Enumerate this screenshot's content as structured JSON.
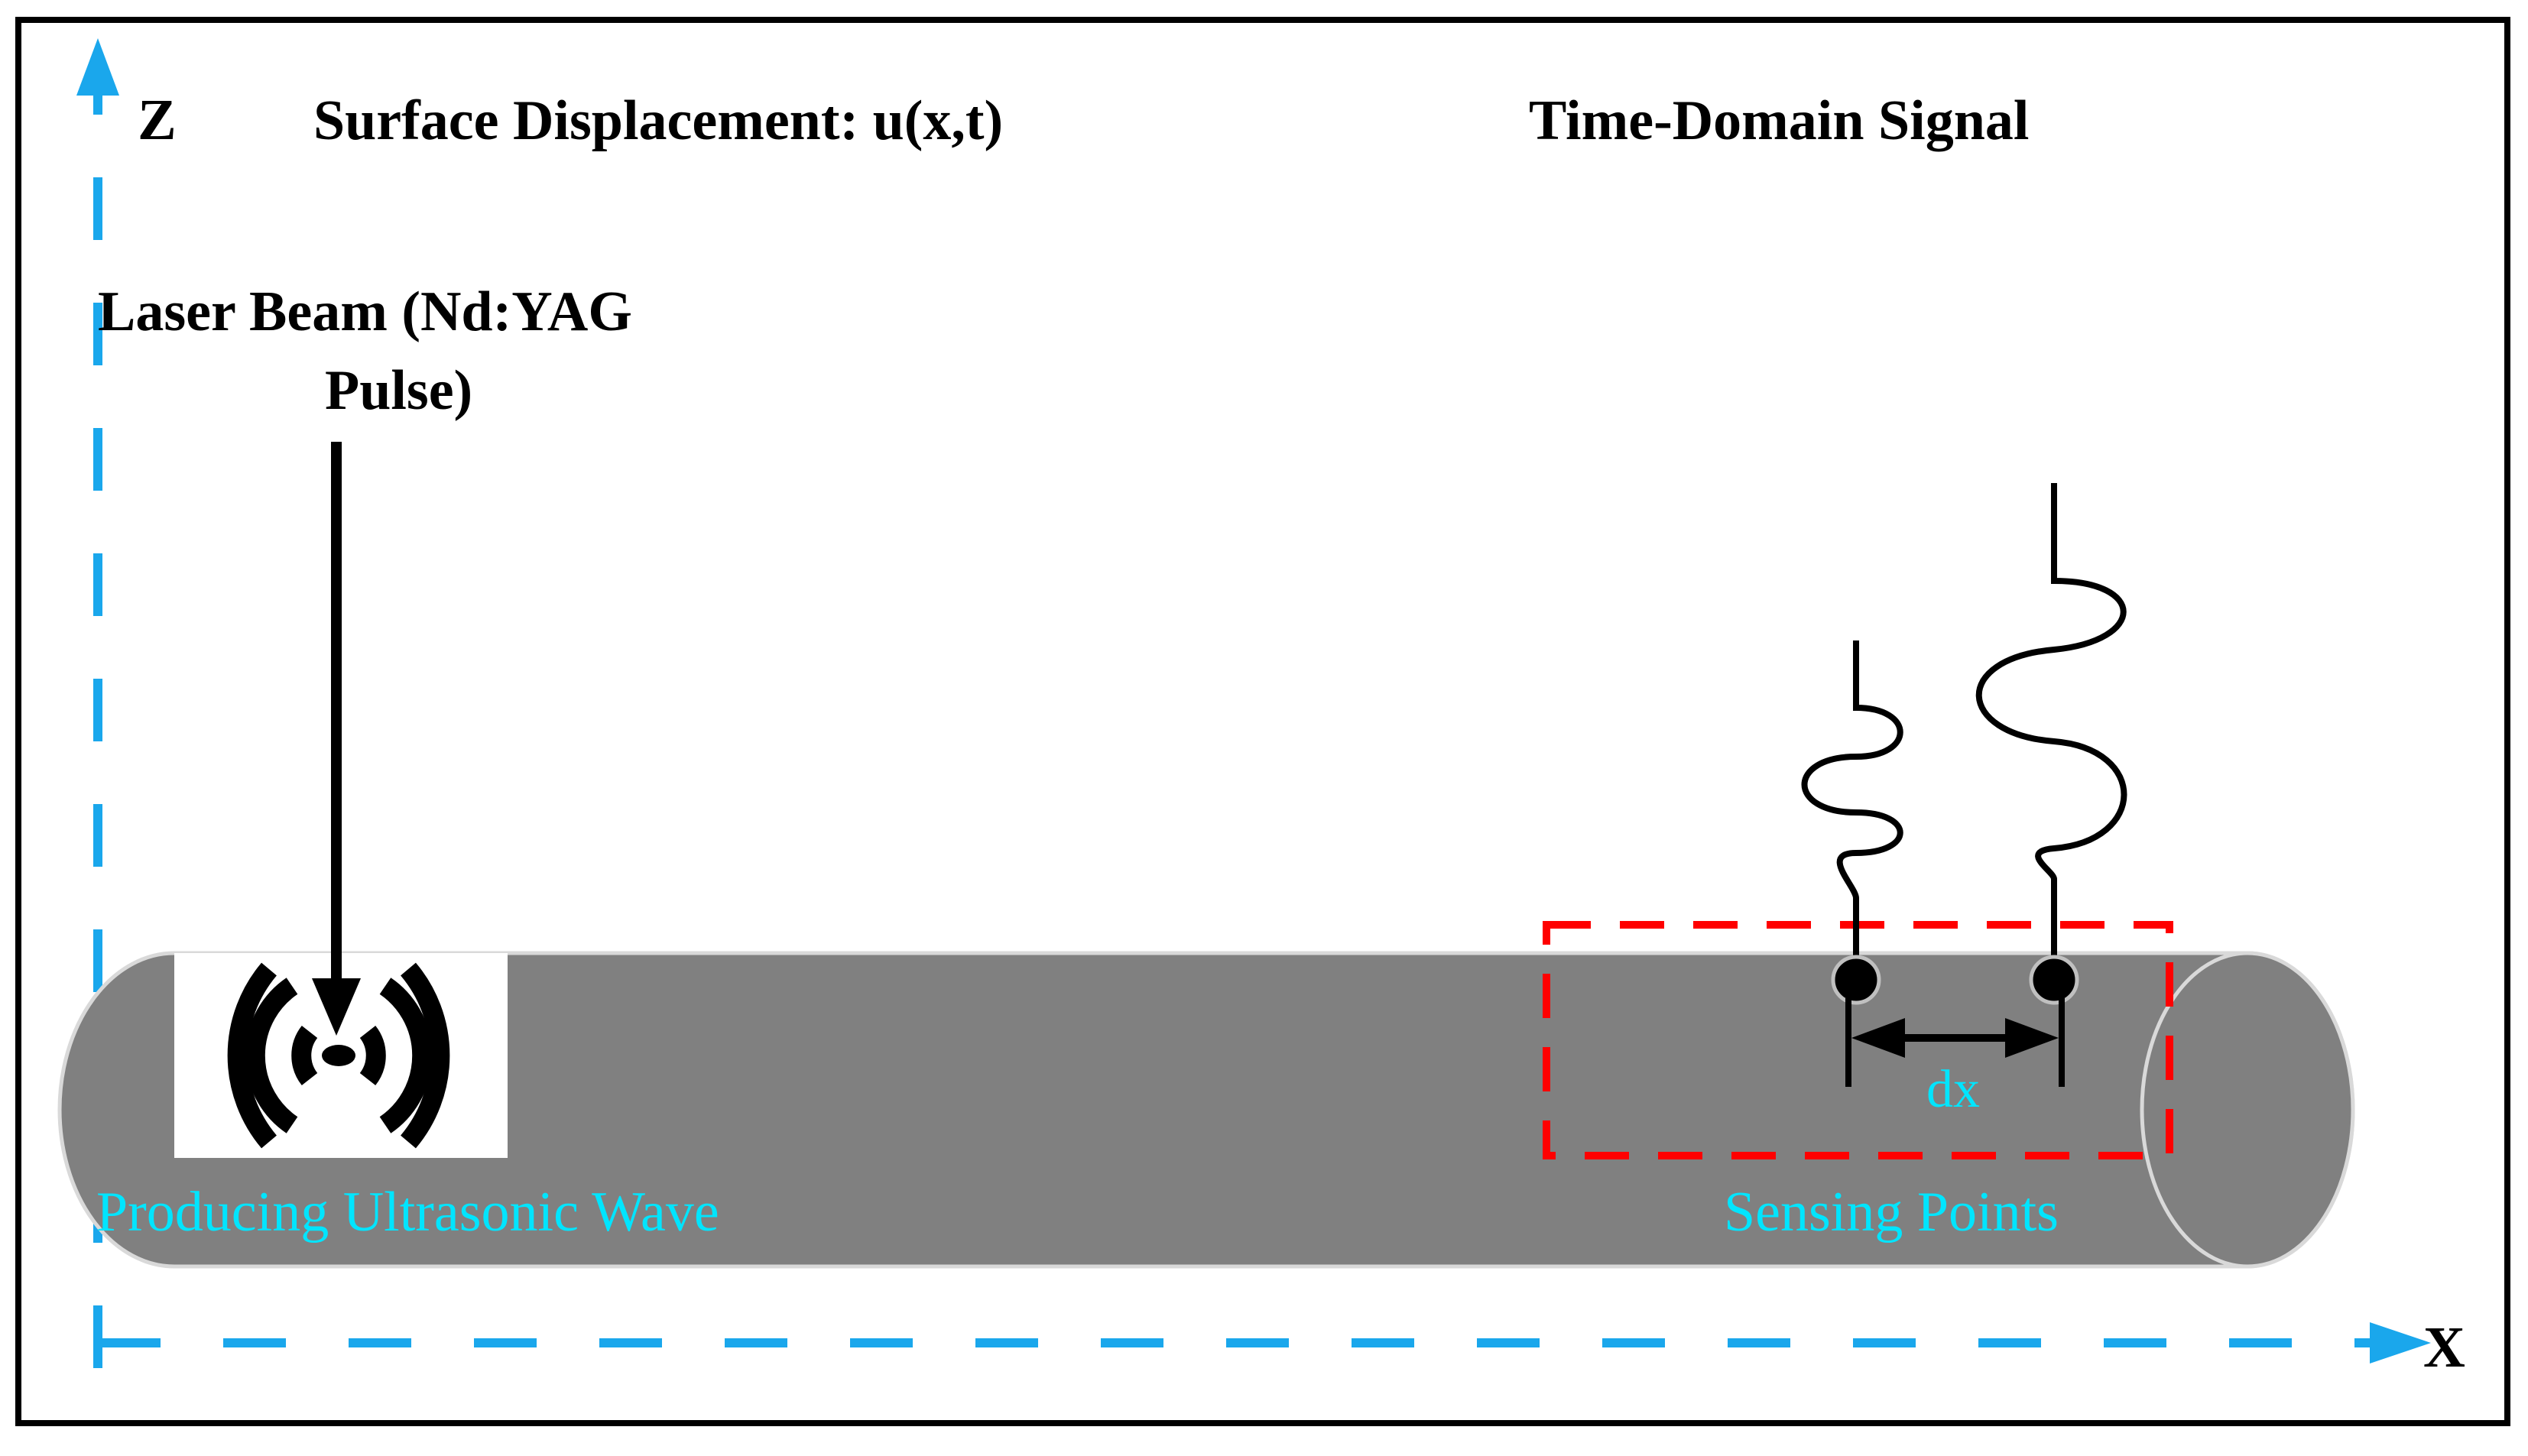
{
  "labels": {
    "z_axis": "Z",
    "x_axis": "X",
    "surface_displacement": "Surface Displacement: u(x,t)",
    "time_domain_signal": "Time-Domain Signal",
    "laser_beam_line1": "Laser Beam (Nd:YAG",
    "laser_beam_line2": "Pulse)",
    "producing_wave": "Producing Ultrasonic Wave",
    "sensing_points": "Sensing Points",
    "dx": "dx"
  },
  "colors": {
    "axis": "#1aa7ec",
    "cylinder_fill": "#808080",
    "cylinder_edge": "#d9d9d9",
    "sensing_box": "#ff0000",
    "cyan_text": "#00e5ff",
    "frame": "#000000"
  },
  "icons": {
    "wave_source": "ultrasonic-wave-icon",
    "sensor": "sensor-point-icon"
  }
}
